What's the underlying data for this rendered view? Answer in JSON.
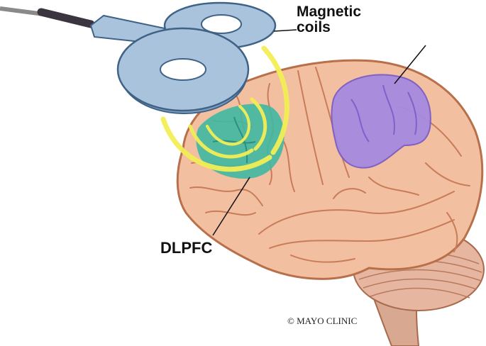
{
  "labels": {
    "magnetic_coils_line1": "Magnetic",
    "magnetic_coils_line2": "coils",
    "dlpfc": "DLPFC",
    "copyright": "© MAYO CLINIC"
  },
  "colors": {
    "background": "#ffffff",
    "brain": "#f2bfa0",
    "brain_outline": "#b8704a",
    "coil": "#a9c3dd",
    "coil_outline": "#3f6286",
    "field": "#f2ee55",
    "dlpfc_region": "#3fb8a2",
    "purple_region": "#a78ae0",
    "cerebellum": "#e7b6a1",
    "brainstem": "#d9a891"
  },
  "icons": [
    "magnetic-coil",
    "brain",
    "magnetic-field-arcs"
  ]
}
